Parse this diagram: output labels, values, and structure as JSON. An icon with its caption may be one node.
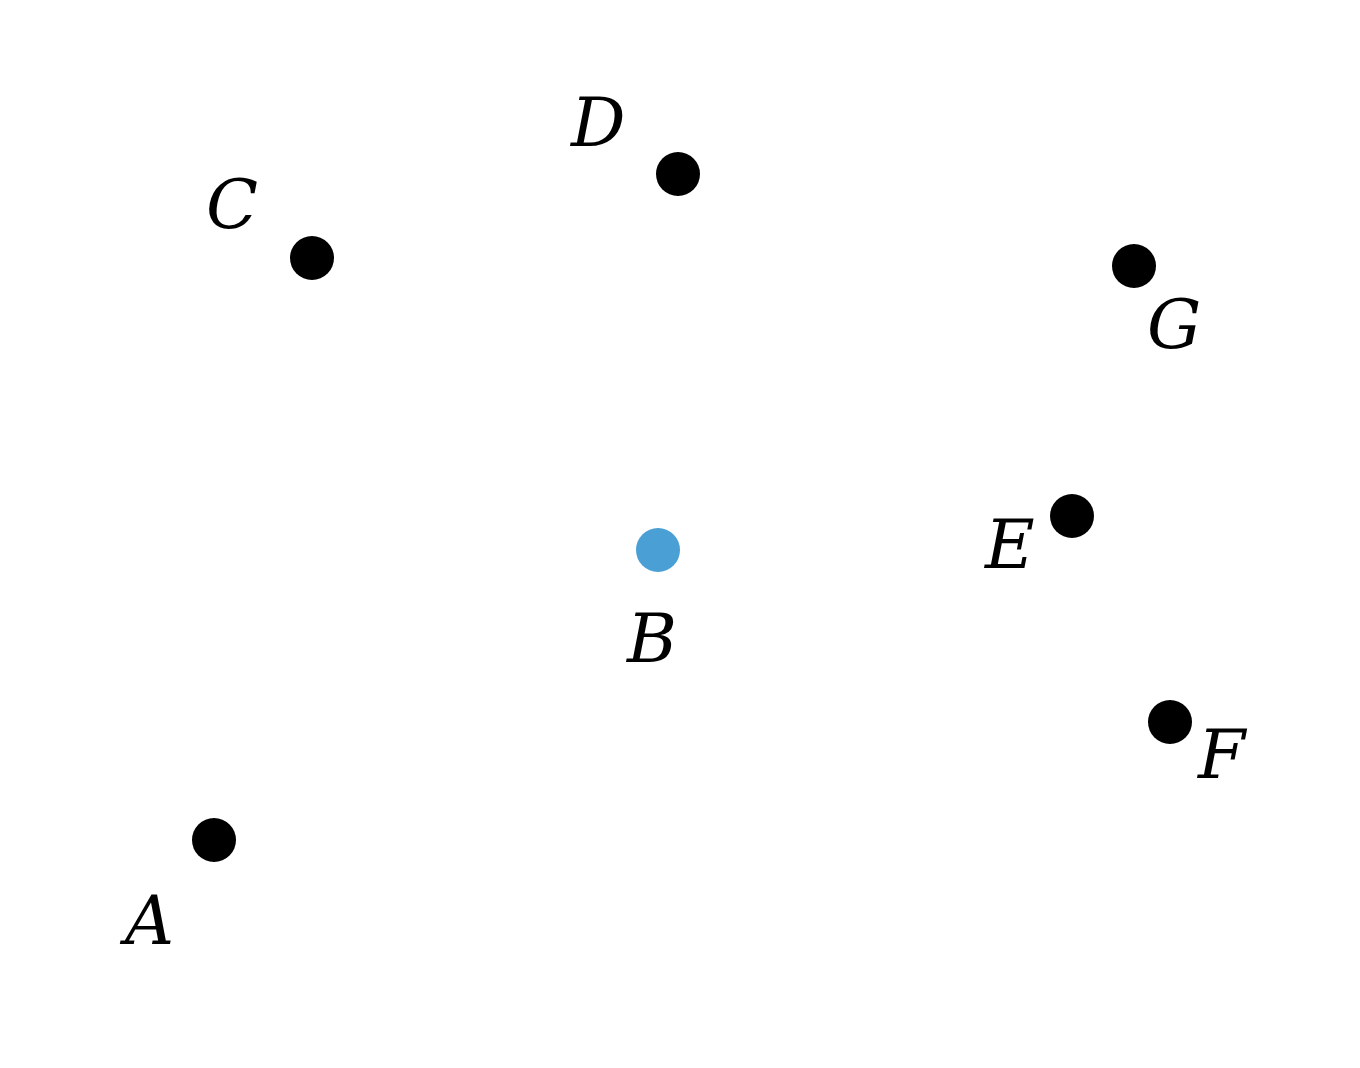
{
  "diagram": {
    "nodes": [
      {
        "text": [],
        "shape": "circle",
        "beside": [
          "D"
        ]
      },
      {
        "text": [],
        "shape": "circle",
        "beside": [
          "C"
        ]
      },
      {
        "text": [],
        "shape": "circle",
        "beside": [
          "G"
        ]
      },
      {
        "text": [],
        "shape": "circle",
        "beside": [
          "E"
        ]
      },
      {
        "text": [],
        "shape": "circle",
        "beside": [
          "B"
        ]
      },
      {
        "text": [],
        "shape": "circle",
        "beside": [
          "F"
        ]
      },
      {
        "text": [],
        "shape": "circle",
        "beside": [
          "A"
        ]
      }
    ]
  }
}
